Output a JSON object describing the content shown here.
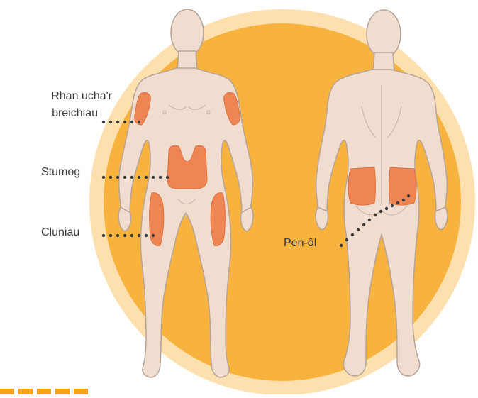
{
  "labels": {
    "upper_arms_line1": "Rhan ucha'r",
    "upper_arms_line2": "breichiau",
    "stomach": "Stumog",
    "thighs": "Cluniau",
    "buttocks": "Pen-ôl"
  },
  "colors": {
    "circle_outer": "#fde0ad",
    "circle_inner": "#f8b33f",
    "body_fill": "#f1ddcf",
    "body_stroke": "#b5a49a",
    "injection_site": "#ef8552",
    "dots": "#3c3c3c"
  },
  "icons": {
    "front_figure": "human-body-front-icon",
    "back_figure": "human-body-back-icon"
  }
}
